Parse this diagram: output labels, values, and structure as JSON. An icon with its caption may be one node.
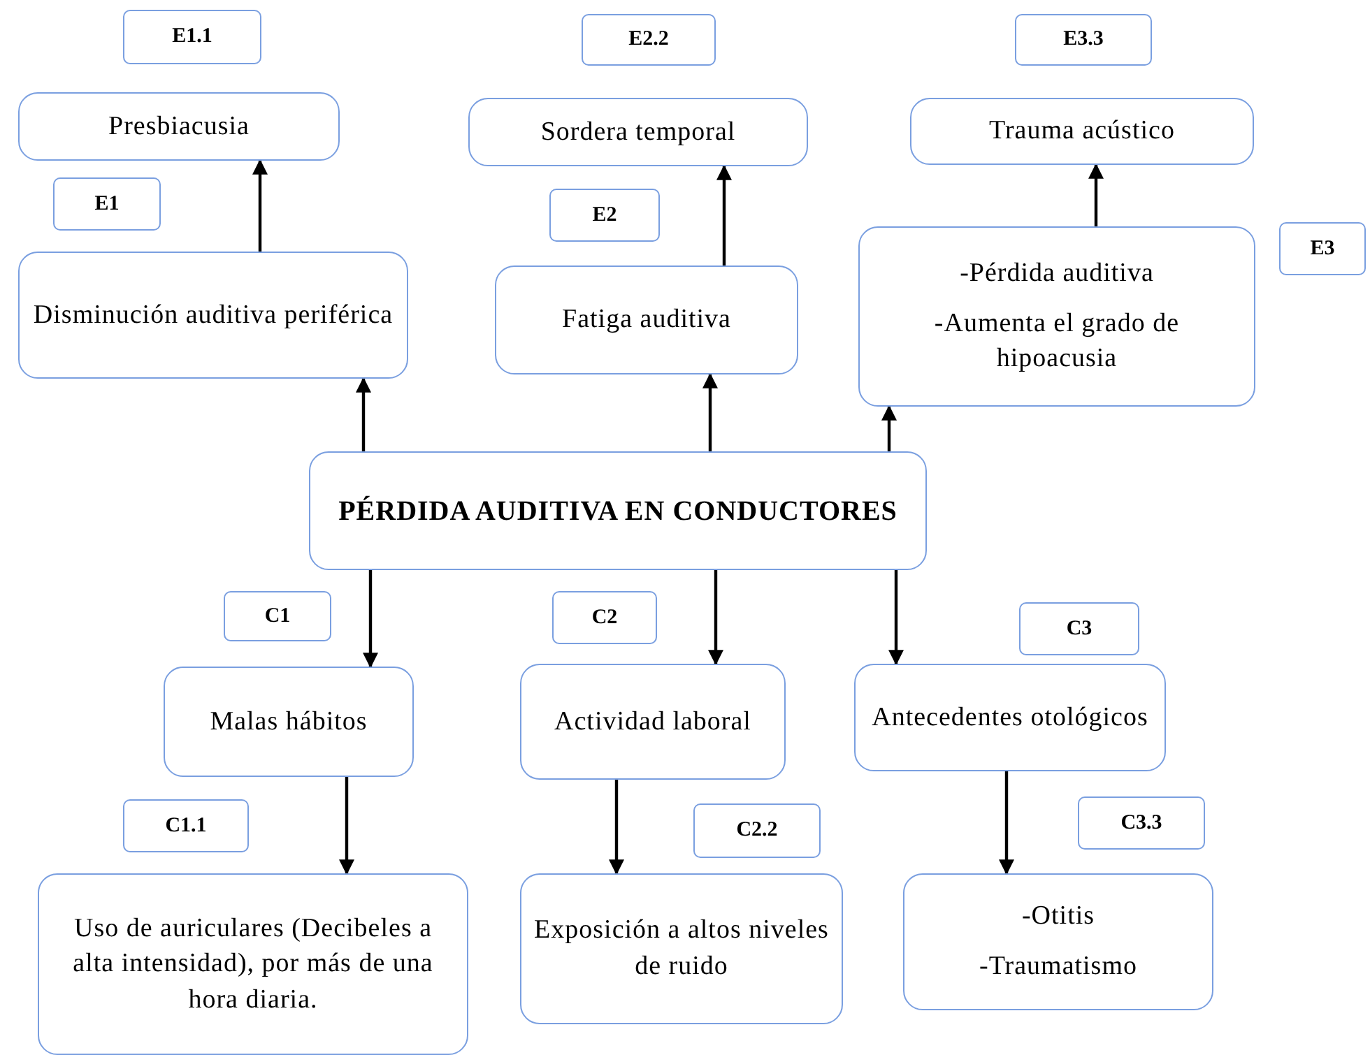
{
  "diagram": {
    "nodes": [
      {
        "text": [
          "E1.1"
        ]
      },
      {
        "text": [
          "E2.2"
        ]
      },
      {
        "text": [
          "E3.3"
        ]
      },
      {
        "text": [
          "Presbiacusia"
        ]
      },
      {
        "text": [
          "Sordera temporal"
        ]
      },
      {
        "text": [
          "Trauma acústico"
        ]
      },
      {
        "text": [
          "E1"
        ]
      },
      {
        "text": [
          "E2"
        ]
      },
      {
        "text": [
          "E3"
        ]
      },
      {
        "text": [
          "Disminución auditiva periférica"
        ]
      },
      {
        "text": [
          "Fatiga auditiva"
        ]
      },
      {
        "text": [
          "-Pérdida auditiva",
          "-Aumenta el grado de hipoacusia"
        ]
      },
      {
        "text": [
          "PÉRDIDA AUDITIVA EN CONDUCTORES"
        ]
      },
      {
        "text": [
          "C1"
        ]
      },
      {
        "text": [
          "C2"
        ]
      },
      {
        "text": [
          "C3"
        ]
      },
      {
        "text": [
          "Malas hábitos"
        ]
      },
      {
        "text": [
          "Actividad laboral"
        ]
      },
      {
        "text": [
          "Antecedentes otológicos"
        ]
      },
      {
        "text": [
          "C1.1"
        ]
      },
      {
        "text": [
          "C2.2"
        ]
      },
      {
        "text": [
          "C3.3"
        ]
      },
      {
        "text": [
          "Uso de auriculares (Decibeles a alta intensidad), por más de una hora diaria."
        ]
      },
      {
        "text": [
          "Exposición a altos niveles de ruido"
        ]
      },
      {
        "text": [
          "-Otitis",
          "-Traumatismo"
        ]
      }
    ],
    "edges": [
      {
        "from": 9,
        "to": 3,
        "arrow": "to"
      },
      {
        "from": 10,
        "to": 4,
        "arrow": "to"
      },
      {
        "from": 11,
        "to": 5,
        "arrow": "to"
      },
      {
        "from": 12,
        "to": 9,
        "arrow": "to"
      },
      {
        "from": 12,
        "to": 10,
        "arrow": "to"
      },
      {
        "from": 12,
        "to": 11,
        "arrow": "to"
      },
      {
        "from": 12,
        "to": 16,
        "arrow": "to"
      },
      {
        "from": 12,
        "to": 17,
        "arrow": "to"
      },
      {
        "from": 12,
        "to": 18,
        "arrow": "to"
      },
      {
        "from": 16,
        "to": 22,
        "arrow": "to"
      },
      {
        "from": 17,
        "to": 23,
        "arrow": "to"
      },
      {
        "from": 18,
        "to": 24,
        "arrow": "to"
      }
    ]
  }
}
